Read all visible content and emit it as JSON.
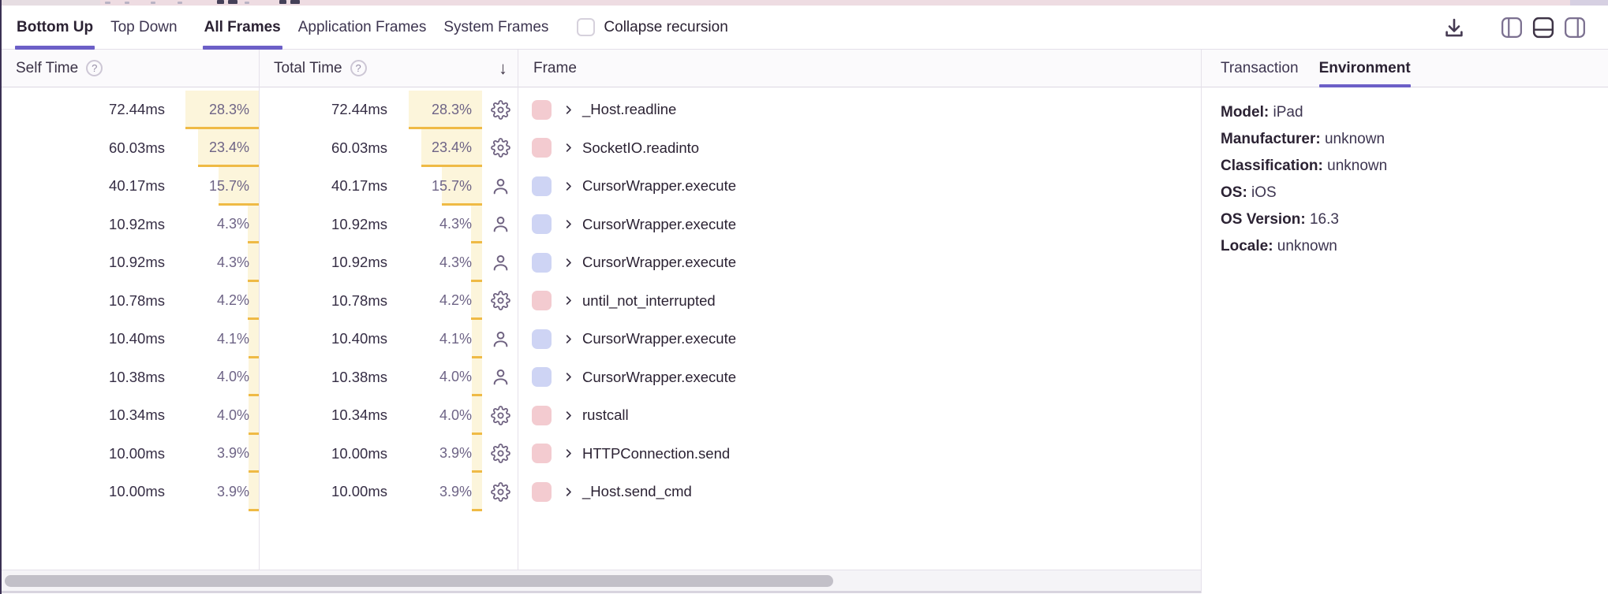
{
  "colors": {
    "accent_purple": "#6c5fc7",
    "bar_fill_yellow": "#fcf5db",
    "bar_edge_yellow": "#efba45",
    "swatch_pink": "#f3cbd0",
    "swatch_blue": "#ced4f4"
  },
  "toolbar": {
    "view_tabs": [
      {
        "label": "Bottom Up",
        "active": true
      },
      {
        "label": "Top Down",
        "active": false
      }
    ],
    "frame_tabs": [
      {
        "label": "All Frames",
        "active": true
      },
      {
        "label": "Application Frames",
        "active": false
      },
      {
        "label": "System Frames",
        "active": false
      }
    ],
    "collapse_recursion": {
      "label": "Collapse recursion",
      "checked": false
    },
    "icons": {
      "download": "download-icon",
      "layout_left": "layout-left-panel-icon",
      "layout_bottom": "layout-bottom-panel-icon (active)",
      "layout_right": "layout-right-panel-icon"
    }
  },
  "table": {
    "headers": {
      "self_time": "Self Time",
      "total_time": "Total Time",
      "frame": "Frame"
    },
    "help_icon": "?",
    "sort": {
      "column": "total_time",
      "direction": "desc",
      "icon": "↓"
    },
    "rows": [
      {
        "self_time": "72.44ms",
        "self_pct": "28.3%",
        "total_time": "72.44ms",
        "total_pct": "28.3%",
        "pct": 28.3,
        "icon": "gear",
        "swatch": "pink",
        "name": "_Host.readline"
      },
      {
        "self_time": "60.03ms",
        "self_pct": "23.4%",
        "total_time": "60.03ms",
        "total_pct": "23.4%",
        "pct": 23.4,
        "icon": "gear",
        "swatch": "pink",
        "name": "SocketIO.readinto"
      },
      {
        "self_time": "40.17ms",
        "self_pct": "15.7%",
        "total_time": "40.17ms",
        "total_pct": "15.7%",
        "pct": 15.7,
        "icon": "user",
        "swatch": "blue",
        "name": "CursorWrapper.execute"
      },
      {
        "self_time": "10.92ms",
        "self_pct": "4.3%",
        "total_time": "10.92ms",
        "total_pct": "4.3%",
        "pct": 4.3,
        "icon": "user",
        "swatch": "blue",
        "name": "CursorWrapper.execute"
      },
      {
        "self_time": "10.92ms",
        "self_pct": "4.3%",
        "total_time": "10.92ms",
        "total_pct": "4.3%",
        "pct": 4.3,
        "icon": "user",
        "swatch": "blue",
        "name": "CursorWrapper.execute"
      },
      {
        "self_time": "10.78ms",
        "self_pct": "4.2%",
        "total_time": "10.78ms",
        "total_pct": "4.2%",
        "pct": 4.2,
        "icon": "gear",
        "swatch": "pink",
        "name": "until_not_interrupted"
      },
      {
        "self_time": "10.40ms",
        "self_pct": "4.1%",
        "total_time": "10.40ms",
        "total_pct": "4.1%",
        "pct": 4.1,
        "icon": "user",
        "swatch": "blue",
        "name": "CursorWrapper.execute"
      },
      {
        "self_time": "10.38ms",
        "self_pct": "4.0%",
        "total_time": "10.38ms",
        "total_pct": "4.0%",
        "pct": 4.0,
        "icon": "user",
        "swatch": "blue",
        "name": "CursorWrapper.execute"
      },
      {
        "self_time": "10.34ms",
        "self_pct": "4.0%",
        "total_time": "10.34ms",
        "total_pct": "4.0%",
        "pct": 4.0,
        "icon": "gear",
        "swatch": "pink",
        "name": "rustcall"
      },
      {
        "self_time": "10.00ms",
        "self_pct": "3.9%",
        "total_time": "10.00ms",
        "total_pct": "3.9%",
        "pct": 3.9,
        "icon": "gear",
        "swatch": "pink",
        "name": "HTTPConnection.send"
      },
      {
        "self_time": "10.00ms",
        "self_pct": "3.9%",
        "total_time": "10.00ms",
        "total_pct": "3.9%",
        "pct": 3.9,
        "icon": "gear",
        "swatch": "pink",
        "name": "_Host.send_cmd"
      }
    ]
  },
  "details_panel": {
    "tabs": [
      {
        "label": "Transaction",
        "active": false
      },
      {
        "label": "Environment",
        "active": true
      }
    ],
    "environment": [
      {
        "label": "Model:",
        "value": "iPad"
      },
      {
        "label": "Manufacturer:",
        "value": "unknown"
      },
      {
        "label": "Classification:",
        "value": "unknown"
      },
      {
        "label": "OS:",
        "value": "iOS"
      },
      {
        "label": "OS Version:",
        "value": "16.3"
      },
      {
        "label": "Locale:",
        "value": "unknown"
      }
    ]
  }
}
